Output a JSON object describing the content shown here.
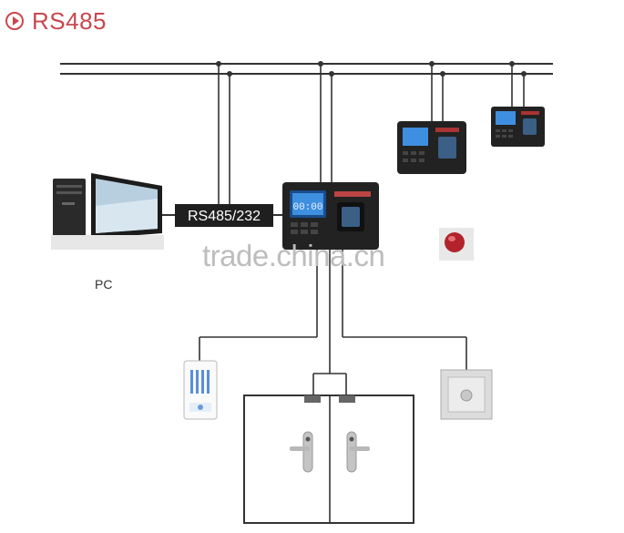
{
  "header": {
    "title": "RS485"
  },
  "labels": {
    "pc": "PC",
    "converter": "RS485/232"
  },
  "watermark": "trade.china.cn",
  "colors": {
    "accent": "#c9474f",
    "line": "#333333",
    "device": "#232323",
    "screen": "#3f8fe0"
  },
  "icons": [
    "play-circle-icon",
    "pc-icon",
    "fingerprint-terminal-icon",
    "alarm-light-icon",
    "doorbell-icon",
    "exit-button-icon",
    "door-handle-icon"
  ]
}
